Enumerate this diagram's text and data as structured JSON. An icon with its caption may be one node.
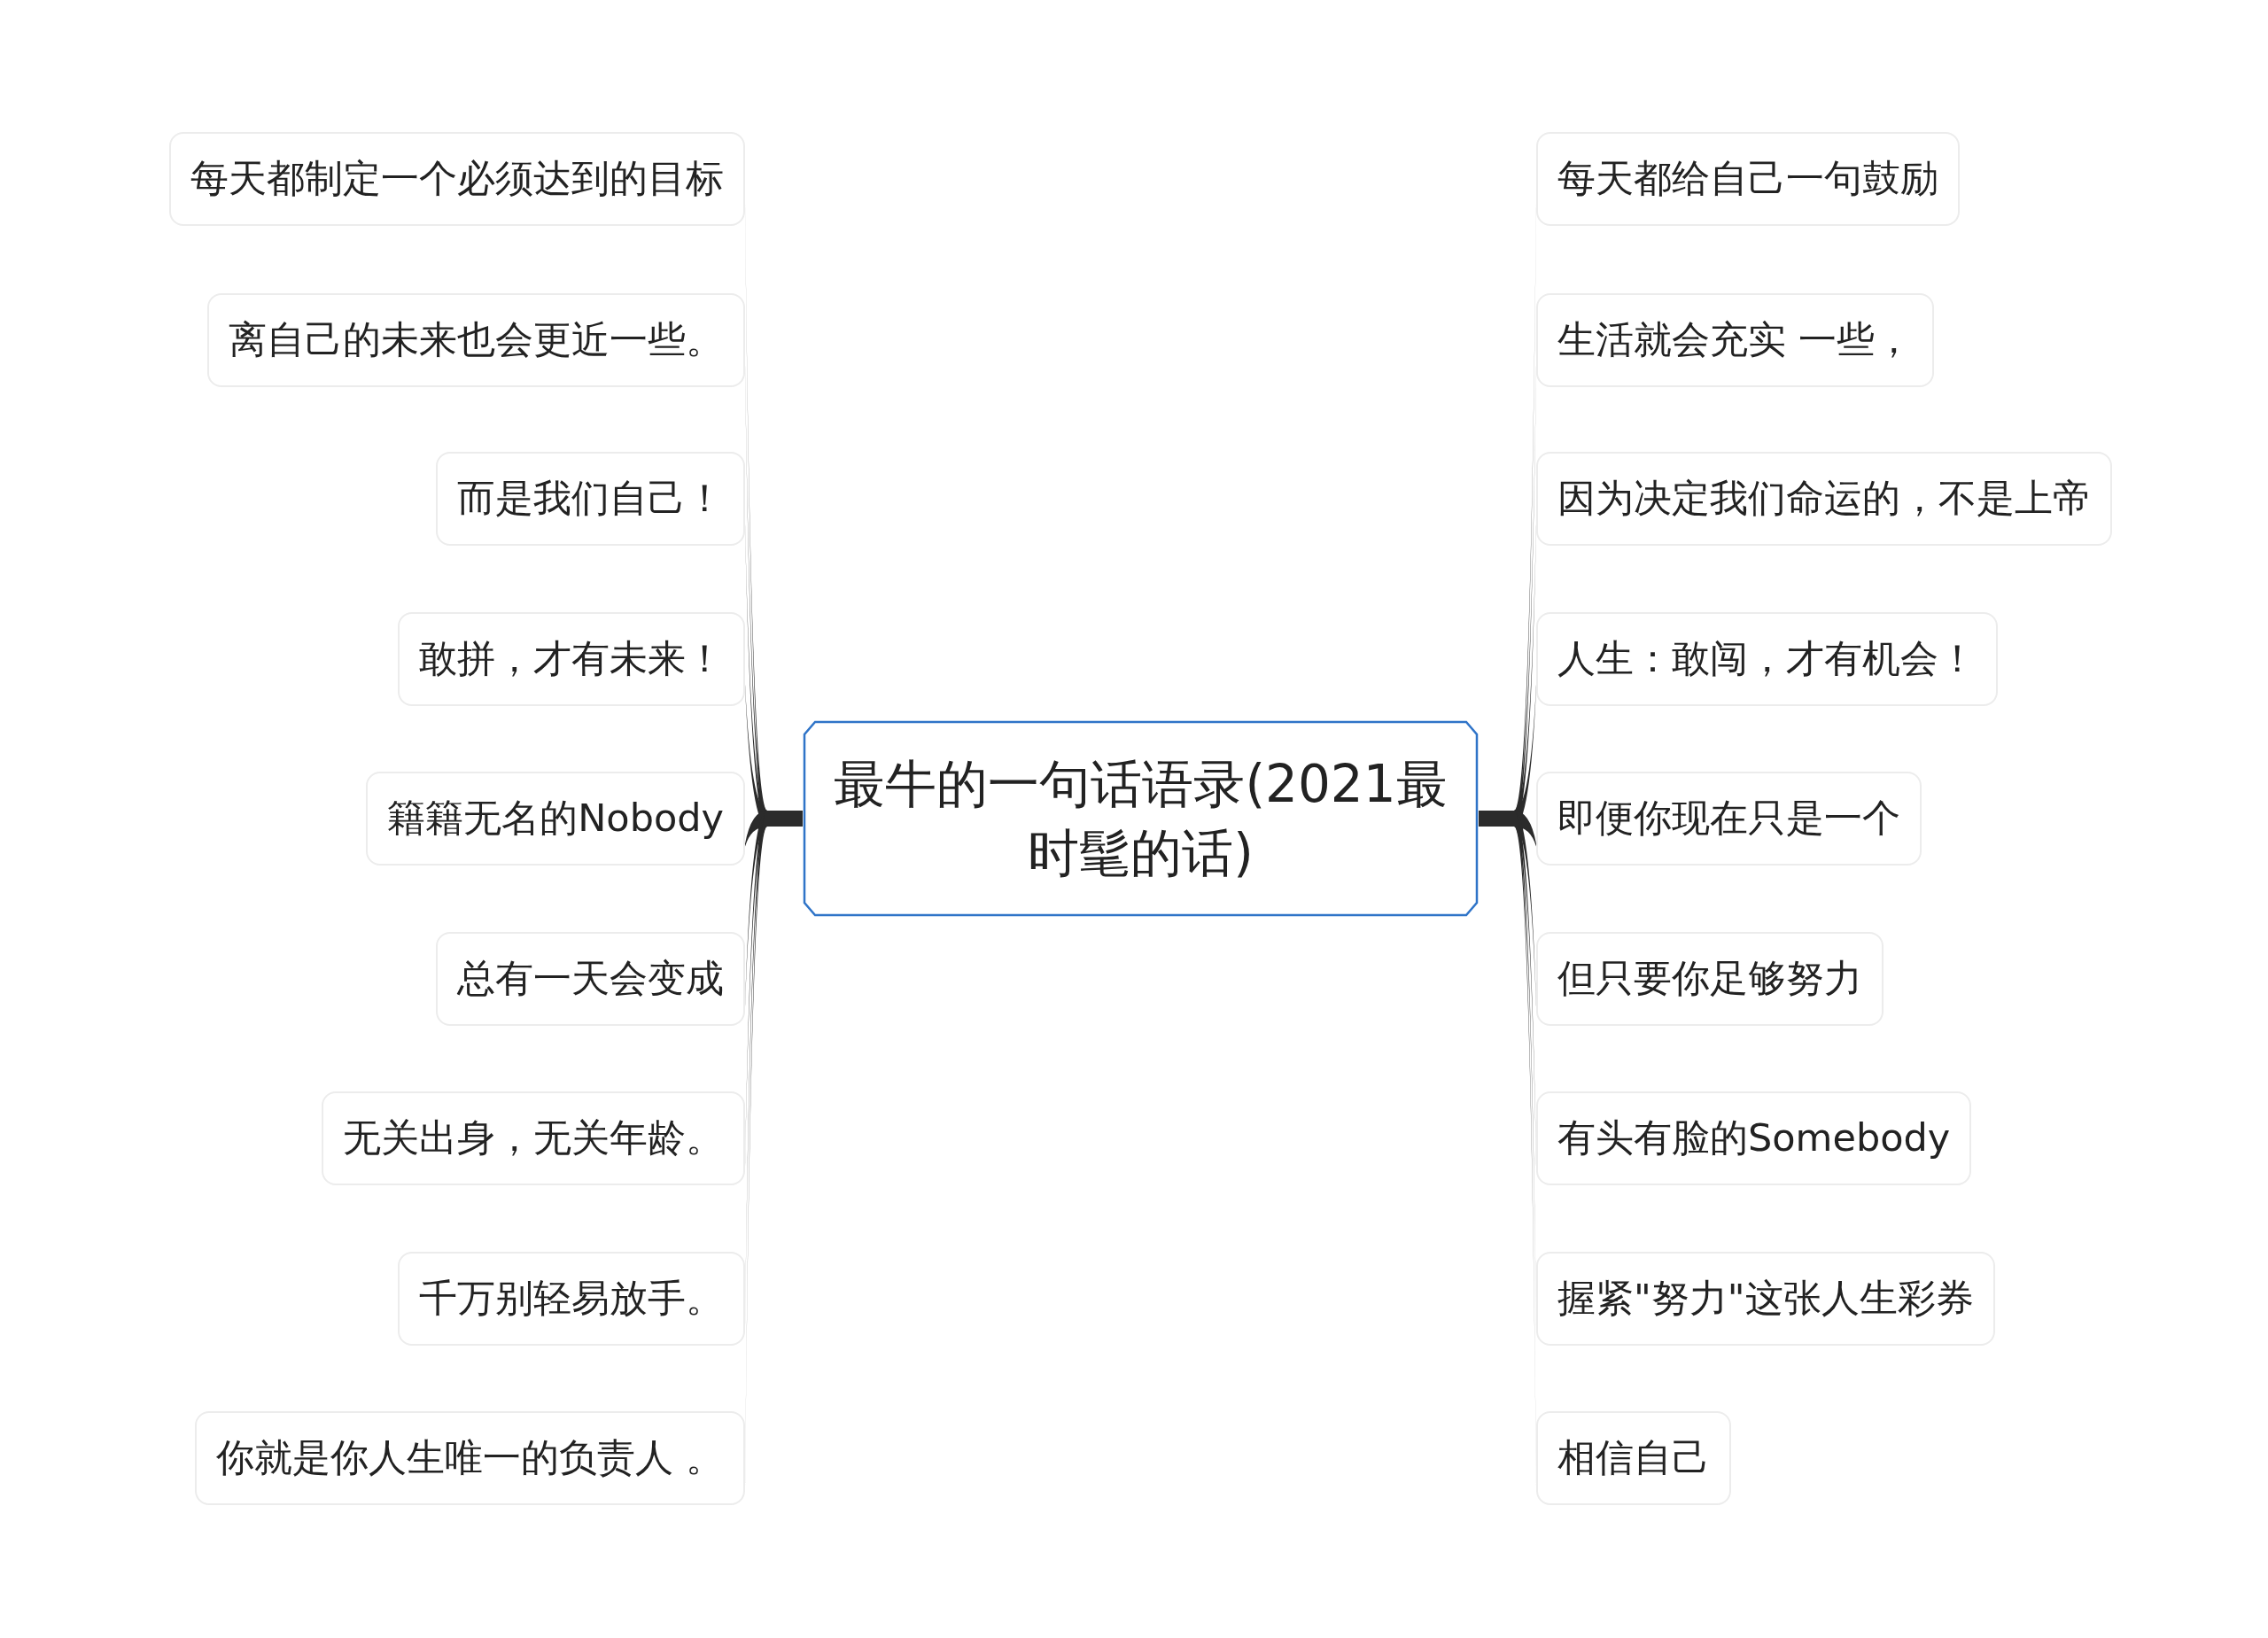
{
  "diagram": {
    "nodes": [
      {
        "text": [
          "最牛的一句话语录(2021最时髦的话)"
        ]
      },
      {
        "text": [
          "每天都制定一个必须达到的目标"
        ]
      },
      {
        "text": [
          "离自己的未来也会更近一些。"
        ]
      },
      {
        "text": [
          "而是我们自己！"
        ]
      },
      {
        "text": [
          "敢拼，才有未来！"
        ]
      },
      {
        "text": [
          "籍籍无名的Nobody"
        ]
      },
      {
        "text": [
          "总有一天会变成"
        ]
      },
      {
        "text": [
          "无关出身，无关年龄。"
        ]
      },
      {
        "text": [
          "千万别轻易放手。"
        ]
      },
      {
        "text": [
          "你就是你人生唯一的负责人 。"
        ]
      },
      {
        "text": [
          "每天都给自己一句鼓励"
        ]
      },
      {
        "text": [
          "生活就会充实 一些，"
        ]
      },
      {
        "text": [
          "因为决定我们命运的，不是上帝"
        ]
      },
      {
        "text": [
          "人生：敢闯，才有机会！"
        ]
      },
      {
        "text": [
          "即便你现在只是一个"
        ]
      },
      {
        "text": [
          "但只要你足够努力"
        ]
      },
      {
        "text": [
          "有头有脸的Somebody"
        ]
      },
      {
        "text": [
          "握紧\"努力\"这张人生彩券"
        ]
      },
      {
        "text": [
          "相信自己"
        ]
      }
    ],
    "edges": [
      {
        "from": 0,
        "to": 1,
        "arrow": "none"
      },
      {
        "from": 0,
        "to": 2,
        "arrow": "none"
      },
      {
        "from": 0,
        "to": 3,
        "arrow": "none"
      },
      {
        "from": 0,
        "to": 4,
        "arrow": "none"
      },
      {
        "from": 0,
        "to": 5,
        "arrow": "none"
      },
      {
        "from": 0,
        "to": 6,
        "arrow": "none"
      },
      {
        "from": 0,
        "to": 7,
        "arrow": "none"
      },
      {
        "from": 0,
        "to": 8,
        "arrow": "none"
      },
      {
        "from": 0,
        "to": 9,
        "arrow": "none"
      },
      {
        "from": 0,
        "to": 10,
        "arrow": "none"
      },
      {
        "from": 0,
        "to": 11,
        "arrow": "none"
      },
      {
        "from": 0,
        "to": 12,
        "arrow": "none"
      },
      {
        "from": 0,
        "to": 13,
        "arrow": "none"
      },
      {
        "from": 0,
        "to": 14,
        "arrow": "none"
      },
      {
        "from": 0,
        "to": 15,
        "arrow": "none"
      },
      {
        "from": 0,
        "to": 16,
        "arrow": "none"
      },
      {
        "from": 0,
        "to": 17,
        "arrow": "none"
      },
      {
        "from": 0,
        "to": 18,
        "arrow": "none"
      }
    ]
  }
}
